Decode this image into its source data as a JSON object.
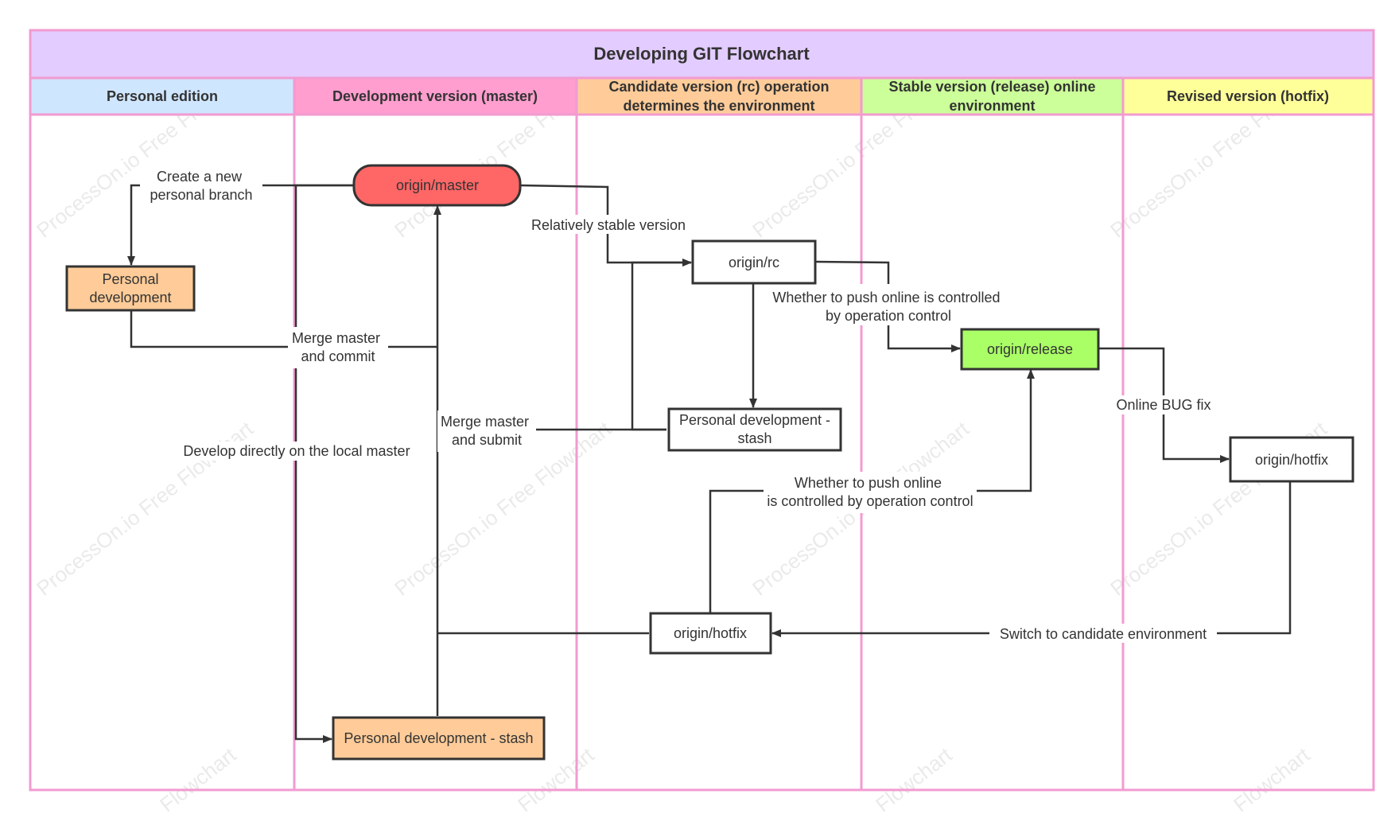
{
  "title": "Developing GIT Flowchart",
  "colors": {
    "border": "#f29bd0",
    "title_bg": "#e3ccff",
    "lane_personal": "#cfe6ff",
    "lane_master": "#ff9ecf",
    "lane_rc": "#ffcc99",
    "lane_release": "#ccff99",
    "lane_hotfix": "#ffff99",
    "node_master": "#ff6666",
    "node_personal": "#ffcc99",
    "node_release": "#aaff66",
    "node_plain": "#ffffff",
    "line": "#333333"
  },
  "lanes": [
    {
      "label": "Personal edition"
    },
    {
      "label": "Development version (master)"
    },
    {
      "label": "Candidate version (rc) operation determines the environment"
    },
    {
      "label": "Stable version (release) online environment"
    },
    {
      "label": "Revised version (hotfix)"
    }
  ],
  "nodes": {
    "origin_master": "origin/master",
    "personal_dev": "Personal development",
    "origin_rc": "origin/rc",
    "origin_release": "origin/release",
    "personal_dev_stash_rc": "Personal development - stash",
    "origin_hotfix_right": "origin/hotfix",
    "origin_hotfix_rc": "origin/hotfix",
    "personal_dev_stash_master": "Personal development - stash"
  },
  "edges": {
    "create_branch": "Create a new personal branch",
    "relatively_stable": "Relatively stable version",
    "push_online_1": "Whether to push online is controlled by operation control",
    "merge_commit": "Merge master and commit",
    "merge_submit": "Merge master and submit",
    "online_bug_fix": "Online BUG fix",
    "develop_local": "Develop directly on the local master",
    "push_online_2": "Whether to push online is controlled by operation control",
    "switch_candidate": "Switch to candidate environment"
  },
  "watermark": {
    "brand": "ProcessOn.io Free Flowchart",
    "short": "Flowchart"
  }
}
